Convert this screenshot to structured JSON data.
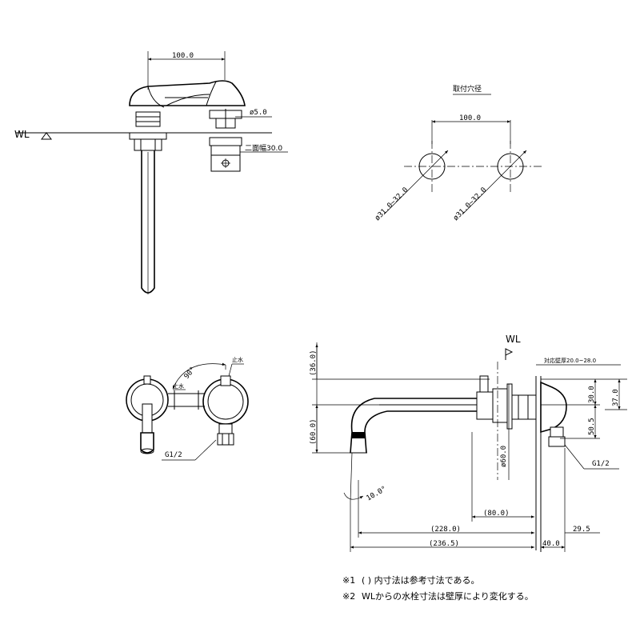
{
  "top_view": {
    "dim_width": "100.0",
    "dim_nut": "ø5.0",
    "dim_flat": "二面幅30.0",
    "waterline": "WL"
  },
  "hole_view": {
    "title": "取付穴径",
    "dim_pitch": "100.0",
    "hole_left": "ø31.0~32.0",
    "hole_right": "ø31.0~32.0"
  },
  "front_view": {
    "label_stop_left": "止水",
    "label_stop_right": "止水",
    "angle": "90°",
    "thread": "G1/2"
  },
  "side_view": {
    "waterline": "WL",
    "dim_36": "(36.0)",
    "dim_60": "(60.0)",
    "dim_60_dia": "ø60.0",
    "angle": "10.0°",
    "dim_80": "(80.0)",
    "dim_228": "(228.0)",
    "dim_236": "(236.5)",
    "dim_40": "40.0",
    "dim_295": "29.5",
    "wall_thickness": "対応壁厚20.0~28.0",
    "dim_30": "30.0",
    "dim_37": "37.0",
    "dim_505": "50.5",
    "thread": "G1/2"
  },
  "notes": [
    {
      "mark": "※1",
      "text": "(   ) 内寸法は参考寸法である。"
    },
    {
      "mark": "※2",
      "text": "WLからの水栓寸法は壁厚により変化する。"
    }
  ]
}
